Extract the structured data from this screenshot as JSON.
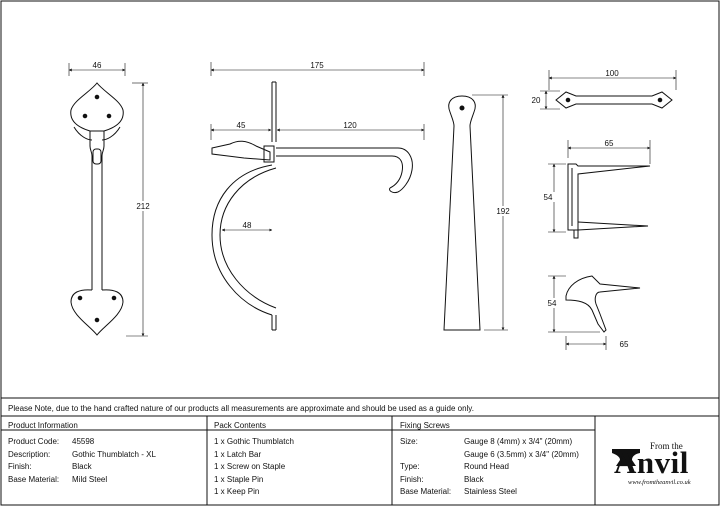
{
  "dimensions": {
    "handle_width": "46",
    "handle_height": "212",
    "latch_total": "175",
    "latch_thumb": "45",
    "latch_bar": "120",
    "latch_curve": "48",
    "bar_height": "192",
    "staple_length": "100",
    "staple_height": "20",
    "keep_width": "65",
    "keep_height": "54",
    "pin_height": "54",
    "pin_width": "65"
  },
  "note": "Please Note, due to the hand crafted nature of our products all measurements are approximate and should be used as a guide only.",
  "product_info": {
    "heading": "Product Information",
    "rows": [
      {
        "label": "Product Code:",
        "value": "45598"
      },
      {
        "label": "Description:",
        "value": "Gothic Thumblatch - XL"
      },
      {
        "label": "Finish:",
        "value": "Black"
      },
      {
        "label": "Base Material:",
        "value": "Mild Steel"
      }
    ]
  },
  "pack_contents": {
    "heading": "Pack Contents",
    "items": [
      "1 x Gothic Thumblatch",
      "1 x Latch Bar",
      "1 x Screw on Staple",
      "1 x Staple Pin",
      "1 x Keep Pin"
    ]
  },
  "fixing_screws": {
    "heading": "Fixing Screws",
    "rows": [
      {
        "label": "Size:",
        "value": "Gauge 8 (4mm) x 3/4\" (20mm)"
      },
      {
        "label": "",
        "value": "Gauge 6 (3.5mm) x 3/4\" (20mm)"
      },
      {
        "label": "Type:",
        "value": "Round Head"
      },
      {
        "label": "Finish:",
        "value": "Black"
      },
      {
        "label": "Base Material:",
        "value": "Stainless Steel"
      }
    ]
  },
  "logo": {
    "from_the": "From the",
    "brand": "Anvil",
    "url": "www.fromtheanvil.co.uk"
  }
}
